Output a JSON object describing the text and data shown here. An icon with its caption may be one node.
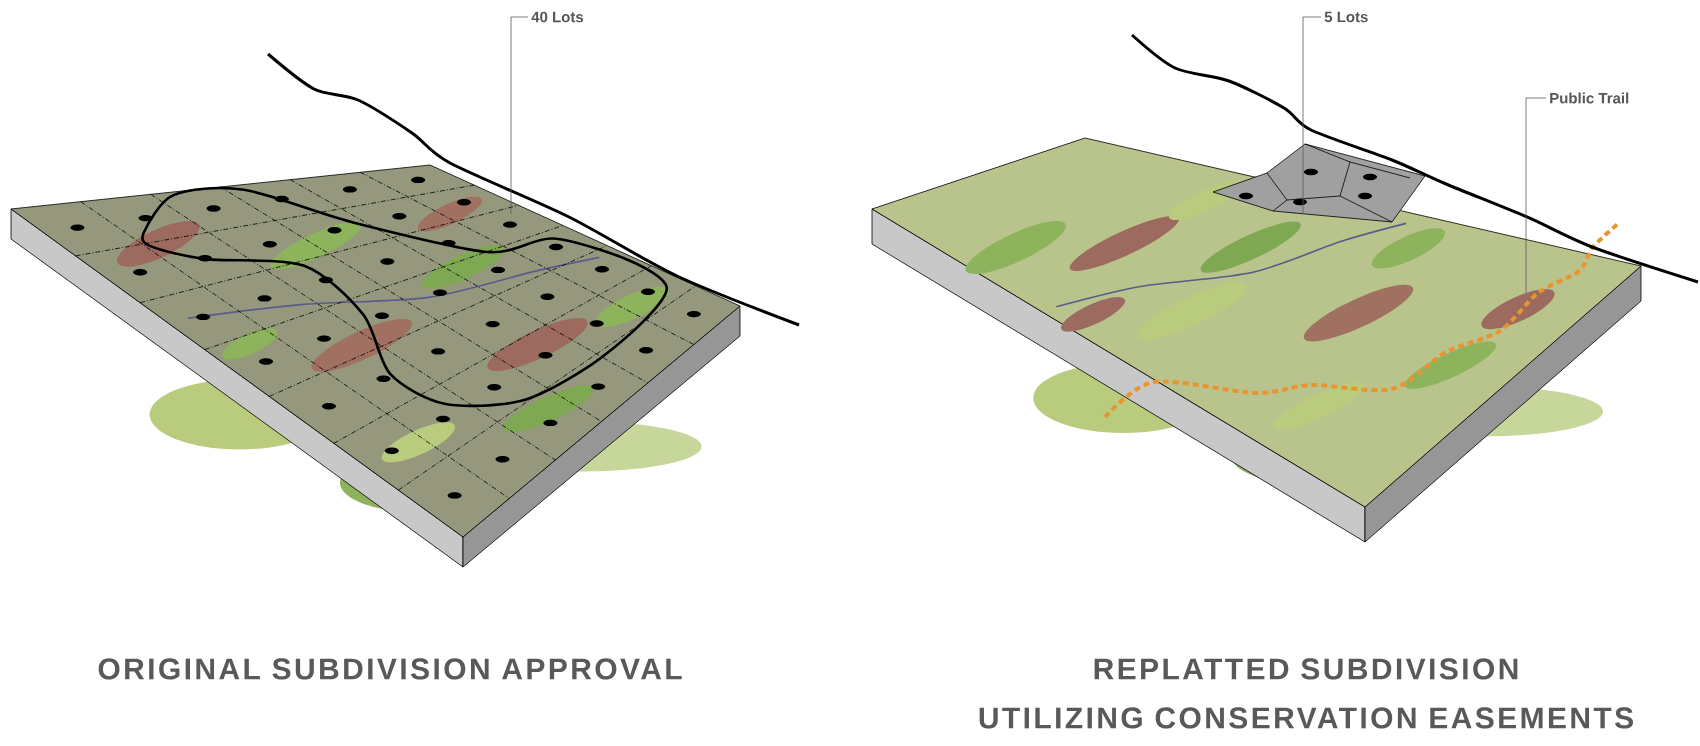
{
  "diagram": {
    "nodes": [
      {
        "text": [
          "40 Lots"
        ]
      },
      {
        "text": [
          "5 Lots"
        ]
      },
      {
        "text": [
          "Public Trail"
        ]
      }
    ],
    "edges": [
      {
        "from": 0,
        "to": null,
        "arrow": "none"
      },
      {
        "from": 1,
        "to": null,
        "arrow": "none"
      },
      {
        "from": 2,
        "to": null,
        "arrow": "none"
      }
    ],
    "labels": [
      "ORIGINAL SUBDIVISION APPROVAL",
      "REPLATTED SUBDIVISION",
      "UTILIZING CONSERVATION EASEMENTS"
    ]
  }
}
